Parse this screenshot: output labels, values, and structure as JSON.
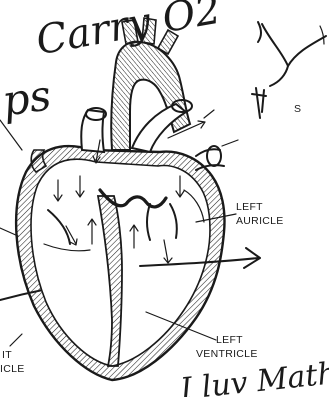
{
  "labels": {
    "left_auricle_line1": "LEFT",
    "left_auricle_line2": "AURICLE",
    "left_ventricle_line1": "LEFT",
    "left_ventricle_line2": "VENTRICLE",
    "right_ventricle_line1": "IT",
    "right_ventricle_line2": "ICLE",
    "small_s": "S"
  },
  "handwriting": {
    "top": "Carry O2",
    "left": "ps",
    "bottom": "I luv Maths!"
  }
}
